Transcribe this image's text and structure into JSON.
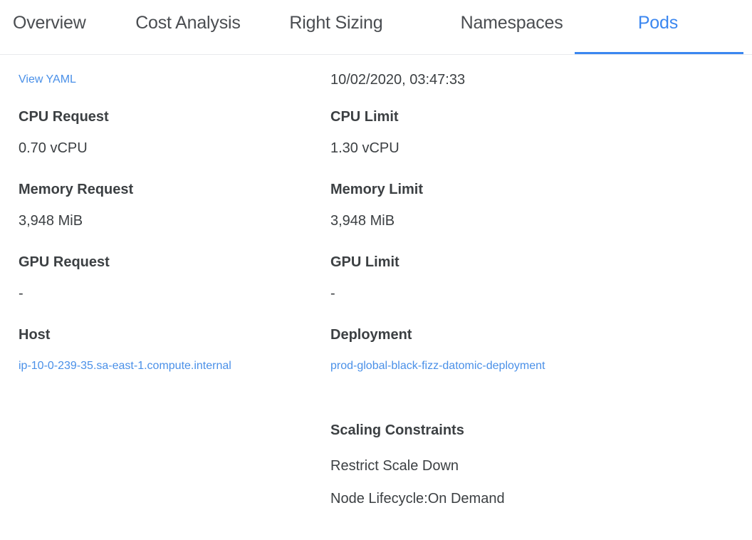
{
  "tabs": [
    {
      "label": "Overview",
      "active": false
    },
    {
      "label": "Cost Analysis",
      "active": false
    },
    {
      "label": "Right Sizing",
      "active": false
    },
    {
      "label": "Namespaces",
      "active": false
    },
    {
      "label": "Pods",
      "active": true
    }
  ],
  "colors": {
    "link": "#4a90e8",
    "active_tab": "#3b87f0",
    "text": "#3c4043",
    "divider": "#e8eaed"
  },
  "left_column": {
    "view_yaml_link": "View YAML",
    "cpu_request": {
      "label": "CPU Request",
      "value": "0.70 vCPU"
    },
    "memory_request": {
      "label": "Memory Request",
      "value": "3,948 MiB"
    },
    "gpu_request": {
      "label": "GPU Request",
      "value": "-"
    },
    "host": {
      "label": "Host",
      "value": "ip-10-0-239-35.sa-east-1.compute.internal"
    }
  },
  "right_column": {
    "timestamp": "10/02/2020, 03:47:33",
    "cpu_limit": {
      "label": "CPU Limit",
      "value": "1.30 vCPU"
    },
    "memory_limit": {
      "label": "Memory Limit",
      "value": "3,948 MiB"
    },
    "gpu_limit": {
      "label": "GPU Limit",
      "value": "-"
    },
    "deployment": {
      "label": "Deployment",
      "value": "prod-global-black-fizz-datomic-deployment"
    },
    "scaling_constraints": {
      "label": "Scaling Constraints",
      "items": [
        "Restrict Scale Down",
        "Node Lifecycle:On Demand"
      ]
    }
  }
}
